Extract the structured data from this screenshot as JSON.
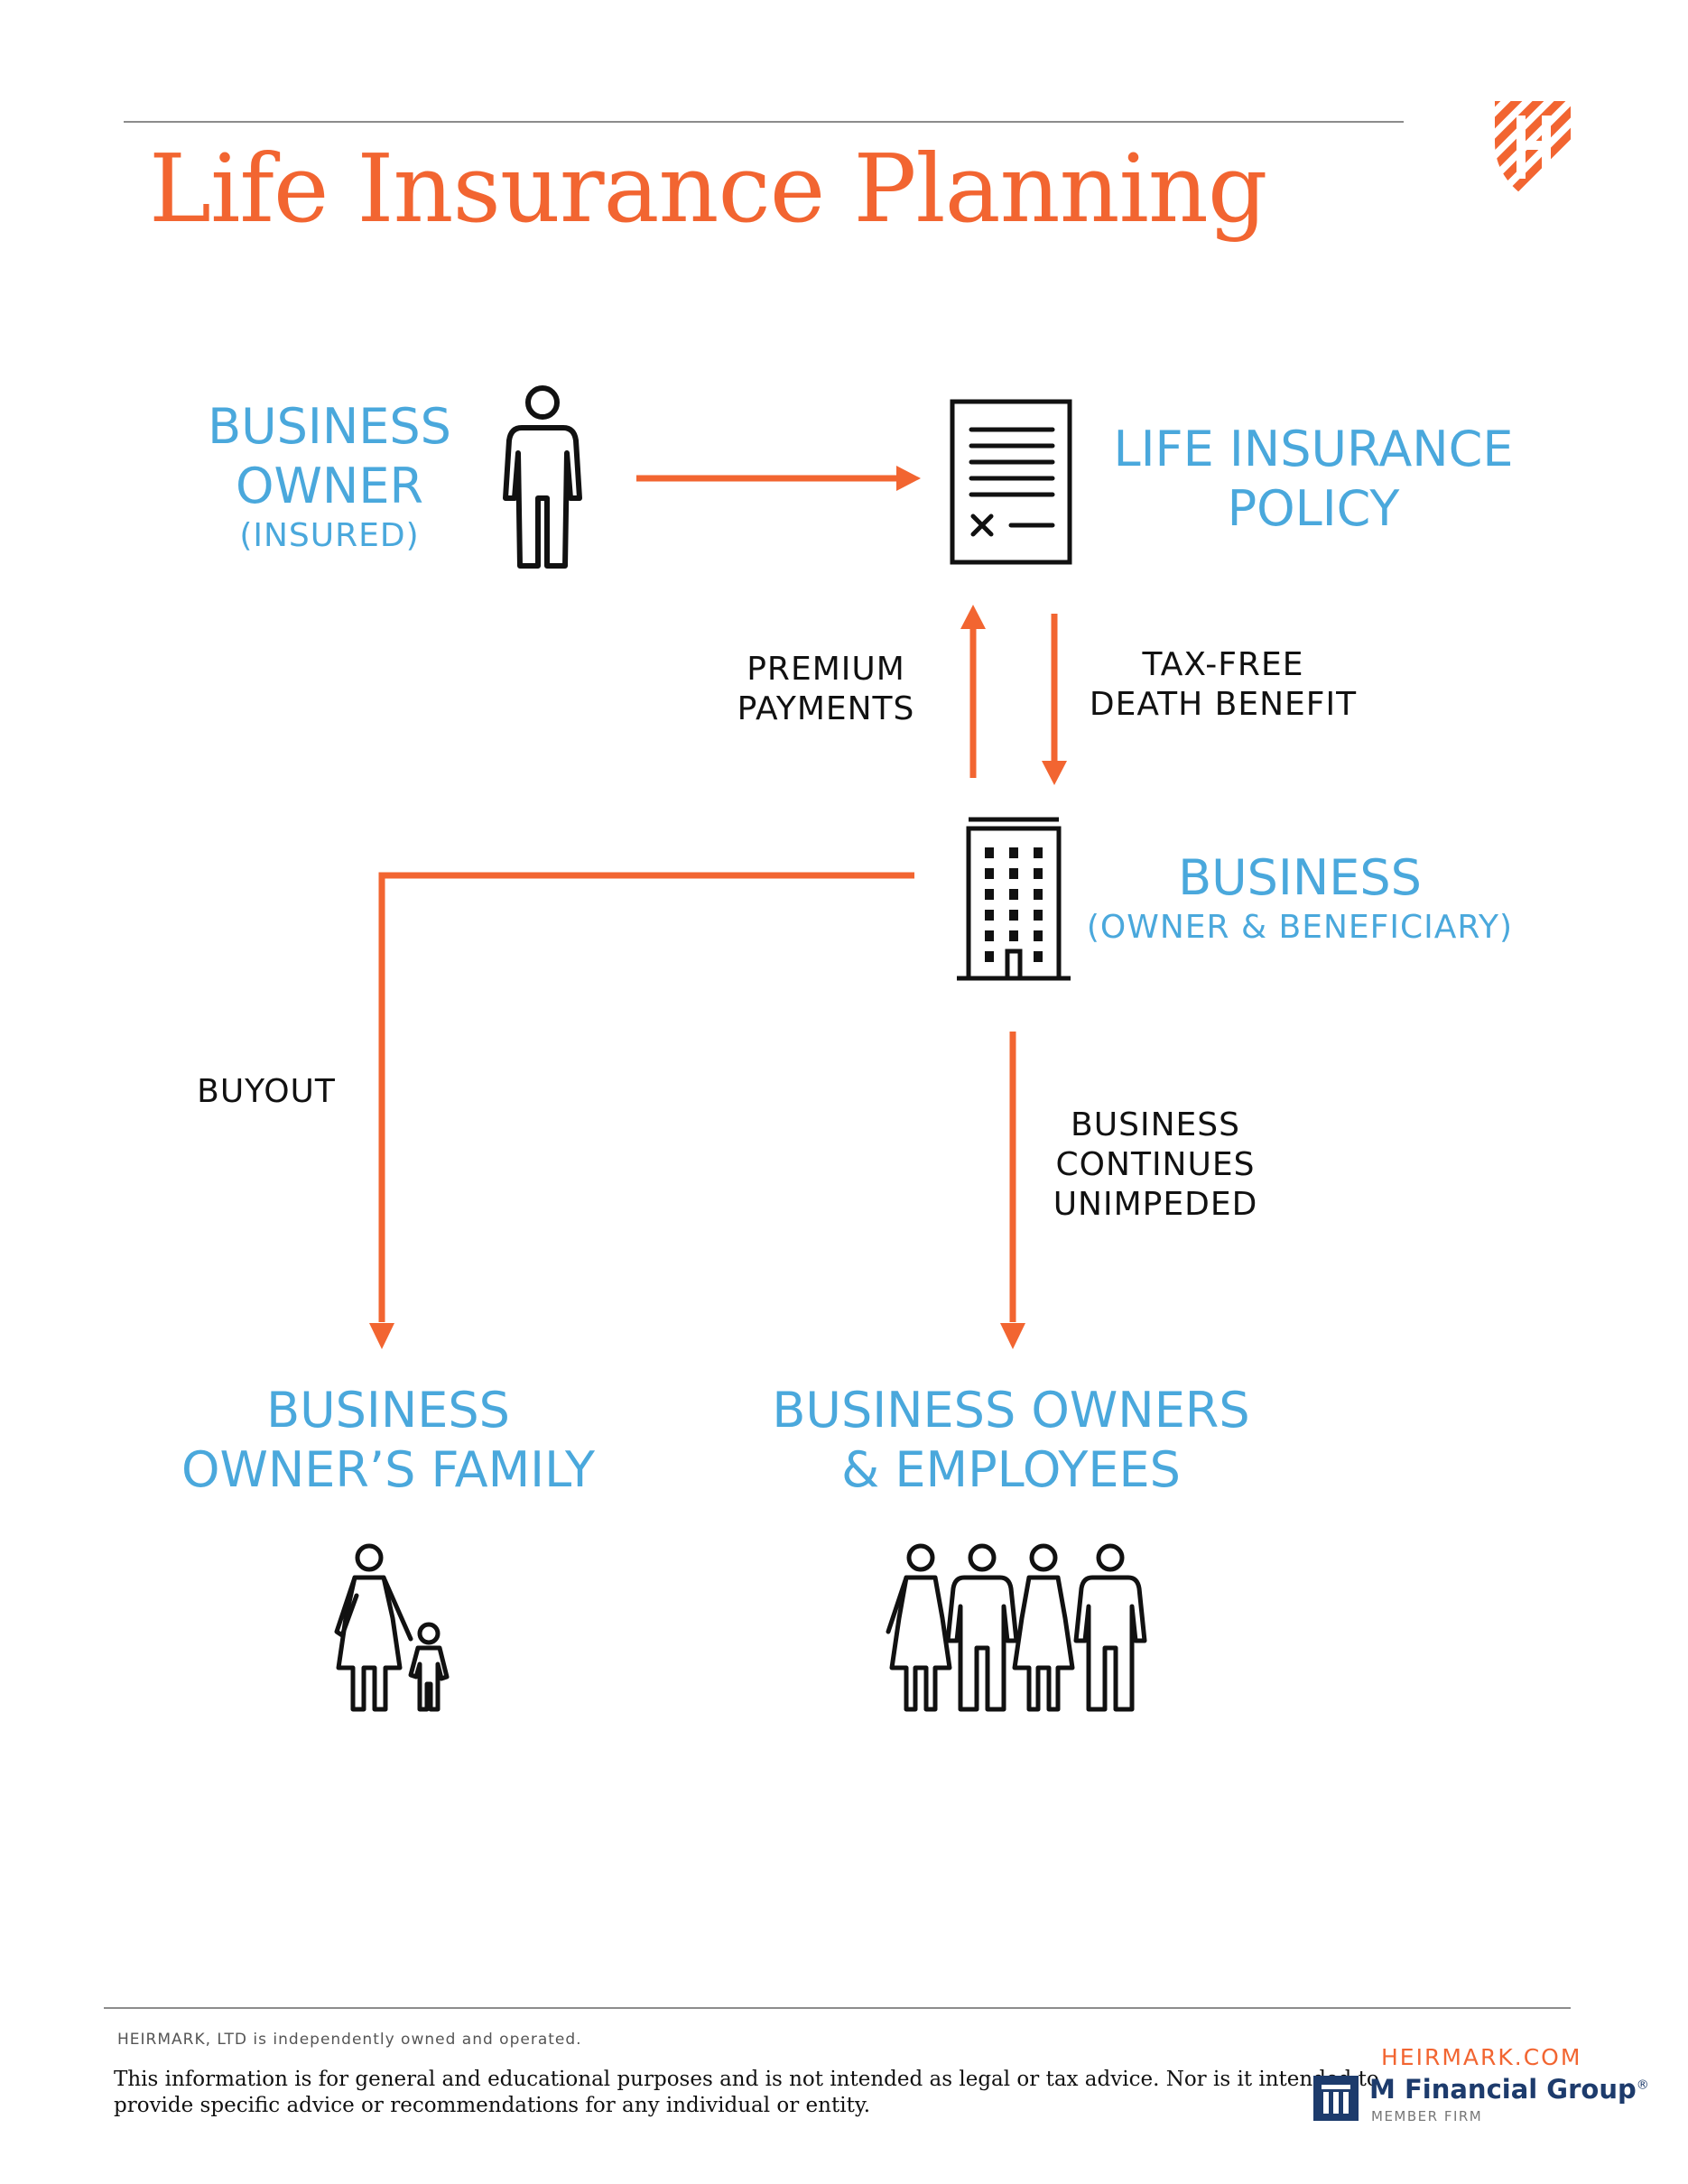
{
  "title": "Life Insurance Planning",
  "nodes": {
    "business_owner": {
      "line1": "BUSINESS",
      "line2": "OWNER",
      "sub": "(INSURED)"
    },
    "policy": {
      "line1": "LIFE INSURANCE",
      "line2": "POLICY"
    },
    "business": {
      "line1": "BUSINESS",
      "sub": "(OWNER & BENEFICIARY)"
    },
    "family": {
      "line1": "BUSINESS",
      "line2": "OWNER’S FAMILY"
    },
    "owners_employees": {
      "line1": "BUSINESS OWNERS",
      "line2": "& EMPLOYEES"
    }
  },
  "edge_labels": {
    "premium": {
      "line1": "PREMIUM",
      "line2": "PAYMENTS"
    },
    "death_benefit": {
      "line1": "TAX-FREE",
      "line2": "DEATH BENEFIT"
    },
    "buyout": "BUYOUT",
    "continues": {
      "line1": "BUSINESS",
      "line2": "CONTINUES",
      "line3": "UNIMPEDED"
    }
  },
  "icons": {
    "brand": "heirmark-shield-logo",
    "person": "person-icon",
    "document": "policy-document-icon",
    "building": "office-building-icon",
    "family": "parent-child-icon",
    "group": "group-of-people-icon",
    "mfg": "m-financial-logo"
  },
  "colors": {
    "accent": "#f26531",
    "node_text": "#4aa8dc",
    "mfg_blue": "#1d3b6c"
  },
  "footer": {
    "independent": "HEIRMARK, LTD is independently owned and operated.",
    "disclaimer_line1": "This information is for general and educational purposes and is not intended as legal or tax advice. Nor is it intended to",
    "disclaimer_line2": "provide specific advice or recommendations for any individual or entity.",
    "website": "HEIRMARK.COM",
    "mfg_name": "M Financial Group",
    "mfg_reg": "®",
    "member": "MEMBER FIRM"
  }
}
